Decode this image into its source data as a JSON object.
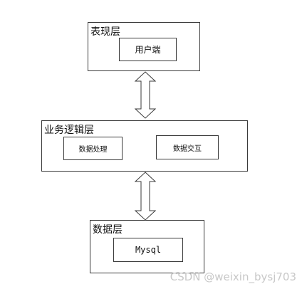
{
  "diagram": {
    "presentation_layer": {
      "title": "表现层",
      "node": "用户端"
    },
    "business_layer": {
      "title": "业务逻辑层",
      "node_left": "数据处理",
      "node_right": "数据交互"
    },
    "data_layer": {
      "title": "数据层",
      "node": "Mysql"
    },
    "arrow_upper": "arrow-bidirectional",
    "arrow_lower": "arrow-bidirectional",
    "line_color": "#3a3a3a"
  },
  "watermark": "CSDN @weixin_bysj703"
}
